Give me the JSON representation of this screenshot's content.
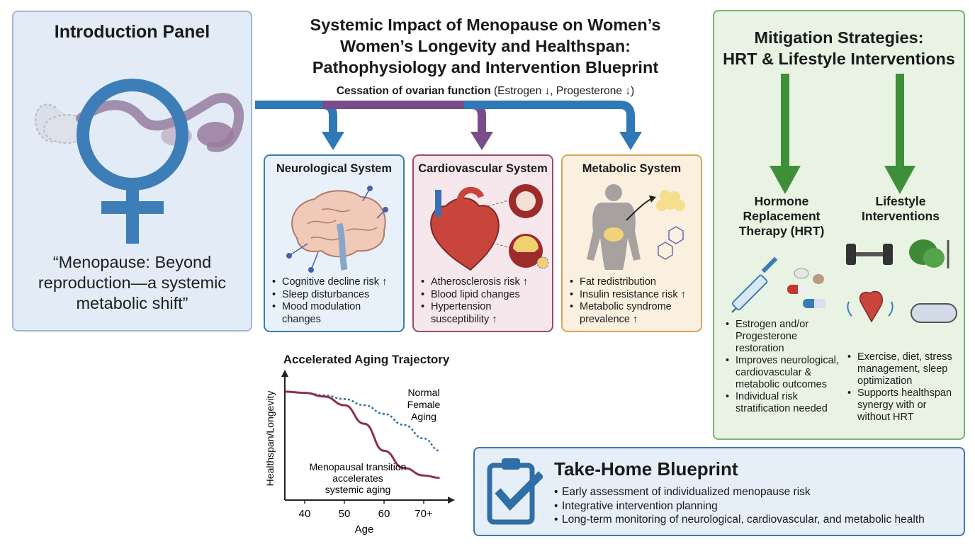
{
  "intro": {
    "title": "Introduction Panel",
    "quote_lines": [
      "“Menopause: Beyond",
      "reproduction—a systemic",
      "metabolic shift”"
    ]
  },
  "header": {
    "title_lines": [
      "Systemic Impact of Menopause on Women’s",
      "Women’s Longevity and Healthspan:",
      "Pathophysiology and Intervention Blueprint"
    ],
    "cessation_bold": "Cessation of ovarian function",
    "cessation_rest": " (Estrogen ↓, Progesterone ↓)"
  },
  "systems": {
    "neuro": {
      "title": "Neurological System",
      "items": [
        "Cognitive decline risk ↑",
        "Sleep disturbances",
        "Mood modulation changes"
      ]
    },
    "cardio": {
      "title": "Cardiovascular System",
      "items": [
        "Atherosclerosis risk ↑",
        "Blood lipid changes",
        "Hypertension susceptibility ↑"
      ]
    },
    "metab": {
      "title": "Metabolic System",
      "items": [
        "Fat redistribution",
        "Insulin resistance risk ↑",
        "Metabolic syndrome prevalence ↑"
      ]
    }
  },
  "mitigation": {
    "title_lines": [
      "Mitigation Strategies:",
      "HRT & Lifestyle Interventions"
    ],
    "hrt": {
      "title_lines": [
        "Hormone",
        "Replacement",
        "Therapy (HRT)"
      ],
      "items": [
        "Estrogen and/or Progesterone restoration",
        "Improves neurological, cardiovascular & metabolic outcomes",
        "Individual risk stratification needed"
      ]
    },
    "lifestyle": {
      "title_lines": [
        "Lifestyle",
        "Interventions"
      ],
      "items": [
        "Exercise, diet, stress management, sleep optimization",
        "Supports healthspan synergy with or without HRT"
      ]
    }
  },
  "chart_data": {
    "type": "line",
    "title": "Accelerated Aging Trajectory",
    "xlabel": "Age",
    "ylabel": "Healthspan/Longevity",
    "x_ticks": [
      "40",
      "50",
      "60",
      "70+"
    ],
    "xlim": [
      35,
      75
    ],
    "ylim": [
      0,
      1
    ],
    "series": [
      {
        "name": "Normal Female Aging",
        "style": "dotted",
        "color": "#2f6ea6",
        "x": [
          35,
          40,
          45,
          50,
          55,
          60,
          65,
          70,
          74
        ],
        "y": [
          0.88,
          0.87,
          0.85,
          0.82,
          0.77,
          0.7,
          0.61,
          0.5,
          0.4
        ]
      },
      {
        "name": "",
        "style": "solid",
        "color": "#8b2f55",
        "x": [
          35,
          40,
          45,
          50,
          55,
          60,
          65,
          70,
          74
        ],
        "y": [
          0.88,
          0.87,
          0.84,
          0.77,
          0.62,
          0.4,
          0.26,
          0.2,
          0.18
        ]
      }
    ],
    "annotations": {
      "normal_lines": [
        "Normal",
        "Female",
        "Aging"
      ],
      "accel_lines": [
        "Menopausal transition",
        "accelerates",
        "systemic aging"
      ]
    }
  },
  "blueprint": {
    "title": "Take-Home Blueprint",
    "items": [
      "Early assessment of individualized menopause risk",
      "Integrative intervention planning",
      "Long-term monitoring of neurological, cardiovascular, and metabolic health"
    ]
  },
  "colors": {
    "blue_arrow": "#2f78b7",
    "purple_arrow": "#7a4c8c",
    "green_arrow": "#3f8f39",
    "cardio_accent": "#9a4b68"
  }
}
